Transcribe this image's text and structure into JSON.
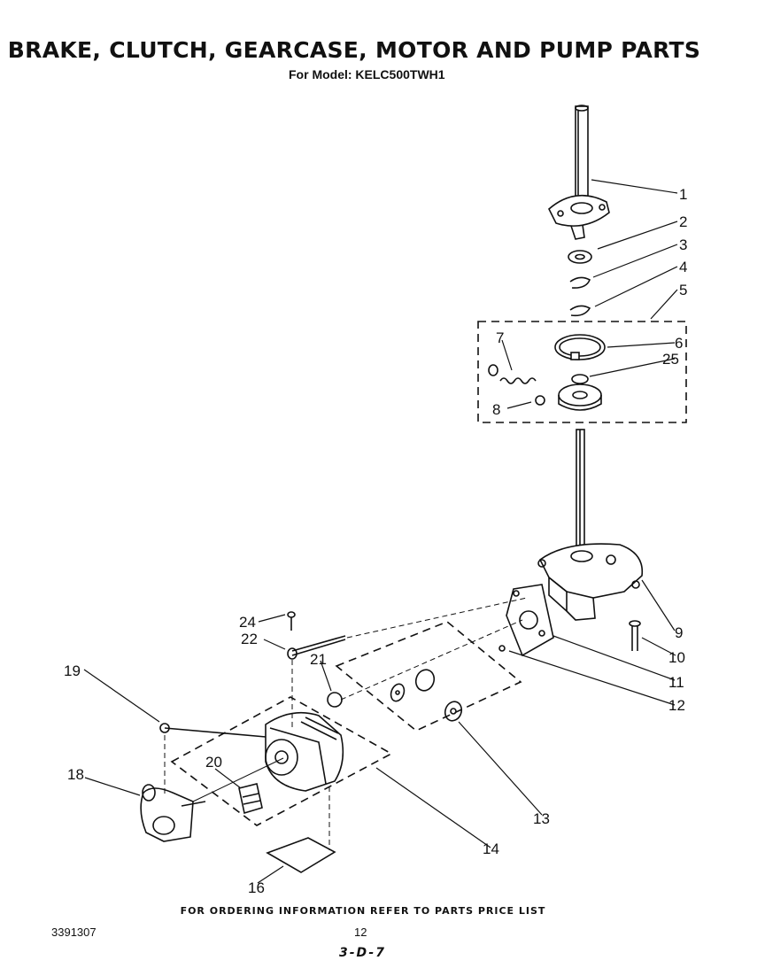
{
  "header": {
    "title": "BRAKE, CLUTCH, GEARCASE, MOTOR AND PUMP PARTS",
    "subtitle": "For Model: KELC500TWH1"
  },
  "callouts": [
    "1",
    "2",
    "3",
    "4",
    "5",
    "6",
    "7",
    "8",
    "9",
    "10",
    "11",
    "12",
    "13",
    "14",
    "16",
    "18",
    "19",
    "20",
    "21",
    "22",
    "24",
    "25"
  ],
  "footer": {
    "ordering_note": "FOR ORDERING INFORMATION REFER TO PARTS PRICE LIST",
    "document_number": "3391307",
    "page_number": "12",
    "code": "3-D-7"
  }
}
